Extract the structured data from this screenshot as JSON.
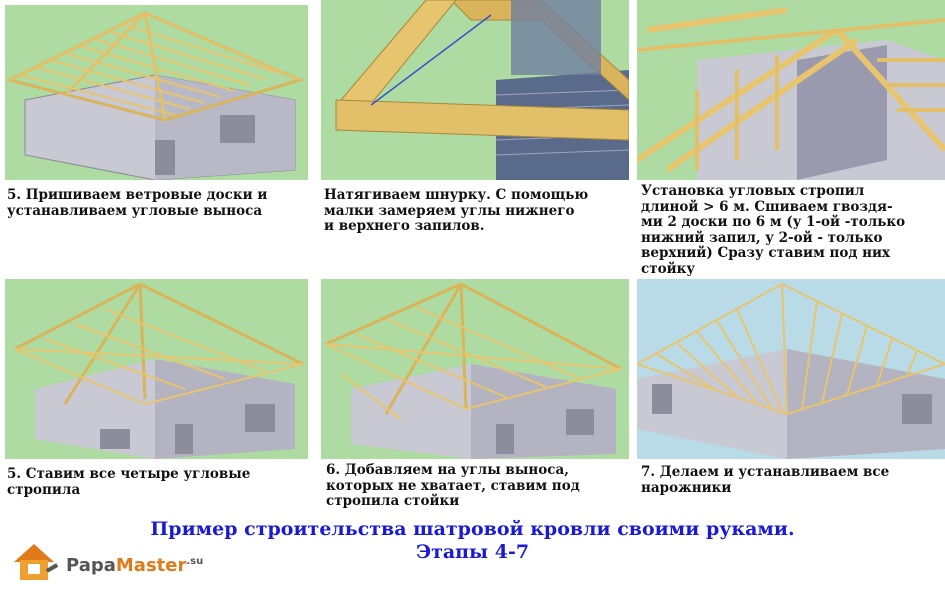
{
  "panels": [
    {
      "caption": "5. Пришиваем ветровые доски и\n устанавливаем угловые выноса"
    },
    {
      "caption": "Натягиваем шнурку. С помощью\nмалки замеряем углы нижнего\nи верхнего запилов."
    },
    {
      "caption": "Установка угловых стропил\nдлиной > 6 м.  Сшиваем гвоздя-\nми 2 доски по 6 м (у 1-ой -только\nнижний запил, у 2-ой - только\nверхний) Сразу ставим под них\nстойку"
    },
    {
      "caption": "5. Ставим все четыре угловые\nстропила"
    },
    {
      "caption": "6. Добавляем на углы выноса,\nкоторых не хватает, ставим под\nстропила стойки"
    },
    {
      "caption": "7. Делаем и устанавливаем все\nнарожники"
    }
  ],
  "title": {
    "line1": "Пример строительства шатровой кровли своими руками.",
    "line2": "Этапы 4-7"
  },
  "logo": {
    "papa": "Papa",
    "master": "Master",
    "su": ".su"
  },
  "colors": {
    "background": "#aedba2",
    "wall": "#c9c9d3",
    "wood": "#e7c56e",
    "title": "#1a1ad6",
    "logo_accent": "#e07a1a"
  }
}
